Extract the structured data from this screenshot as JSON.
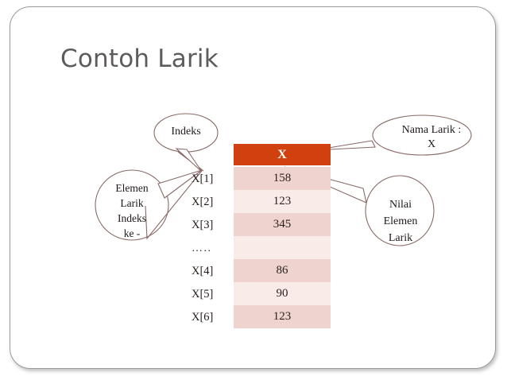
{
  "slide": {
    "title": "Contoh Larik"
  },
  "array": {
    "header_label": "X",
    "header_color": "#d1400f",
    "row_color_dark": "#eed3ce",
    "row_color_light": "#f9ebe8",
    "index_labels": [
      "X[1]",
      "X[2]",
      "X[3]",
      "…..",
      "X[4]",
      "X[5]",
      "X[6]"
    ],
    "values": [
      "158",
      "123",
      "345",
      "",
      "86",
      "90",
      "123"
    ]
  },
  "callouts": {
    "indeks": "Indeks",
    "elemen": "Elemen\nLarik\nIndeks\nke -",
    "nama": "Nama Larik :\nX",
    "nilai": "Nilai\nElemen\nLarik",
    "stroke_color": "#8a6a66"
  }
}
